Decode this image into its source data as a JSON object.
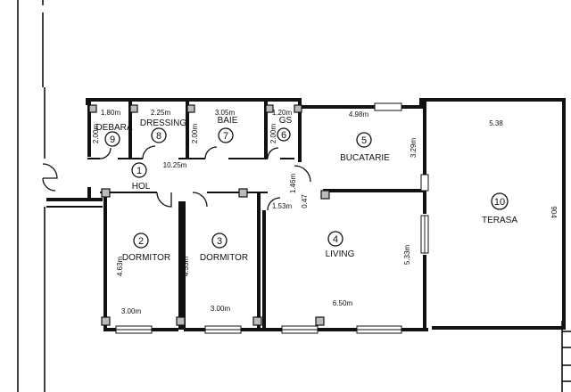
{
  "rooms": [
    {
      "num": "1",
      "name": "HOL"
    },
    {
      "num": "2",
      "name": "DORMITOR"
    },
    {
      "num": "3",
      "name": "DORMITOR"
    },
    {
      "num": "4",
      "name": "LIVING"
    },
    {
      "num": "5",
      "name": "BUCATARIE"
    },
    {
      "num": "6",
      "name": "GS"
    },
    {
      "num": "7",
      "name": "BAIE"
    },
    {
      "num": "8",
      "name": "DRESSING"
    },
    {
      "num": "9",
      "name": "DEBARA"
    },
    {
      "num": "10",
      "name": "TERASA"
    }
  ],
  "dimensions": {
    "debara_w": "1.80m",
    "debara_h": "2.00m",
    "dressing_w": "2.25m",
    "baie_w": "3.05m",
    "baie_h": "2.00m",
    "gs_w": "1.20m",
    "gs_h": "2.00m",
    "bucatarie_w": "4.98m",
    "bucatarie_h": "3.29m",
    "hol_w": "10.25m",
    "hol_door": "1.46m",
    "living_gap": "1.53m",
    "living_side": "0.47",
    "dorm2_w": "3.00m",
    "dorm2_h": "4.63m",
    "dorm3_w": "3.00m",
    "dorm3_h": "4.53m",
    "living_w": "6.50m",
    "living_h": "5.33m",
    "terasa_w": "5.38",
    "terasa_h": "904"
  }
}
